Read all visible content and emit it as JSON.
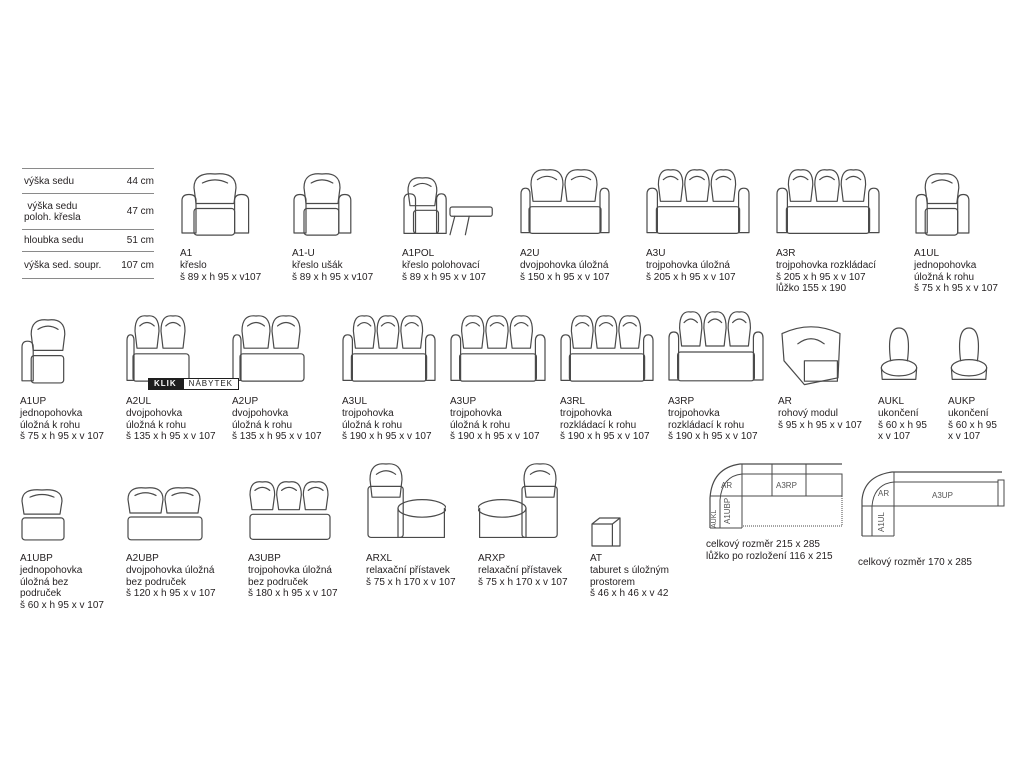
{
  "spec_table": [
    {
      "label": "výška sedu",
      "value": "44 cm"
    },
    {
      "label": "výška sedu\npoloh. křesla",
      "value": "47 cm"
    },
    {
      "label": "hloubka sedu",
      "value": "51 cm"
    },
    {
      "label": "výška sed. soupr.",
      "value": "107 cm"
    }
  ],
  "badge": {
    "left": "KLIK",
    "right": "NÁBYTEK"
  },
  "items": [
    {
      "code": "A1",
      "desc": "křeslo",
      "dims": "š 89 x h 95 x v107"
    },
    {
      "code": "A1-U",
      "desc": "křeslo ušák",
      "dims": "š 89 x h 95 x v107"
    },
    {
      "code": "A1POL",
      "desc": "křeslo polohovací",
      "dims": "š 89 x h 95 x v 107"
    },
    {
      "code": "A2U",
      "desc": "dvojpohovka úložná",
      "dims": "š 150 x h 95 x v 107"
    },
    {
      "code": "A3U",
      "desc": "trojpohovka úložná",
      "dims": "š 205 x h 95 x v 107"
    },
    {
      "code": "A3R",
      "desc": "trojpohovka rozkládací",
      "dims": "š 205 x h 95 x v 107",
      "extra": "lůžko 155 x 190"
    },
    {
      "code": "A1UL",
      "desc": "jednopohovka",
      "desc2": "úložná k rohu",
      "dims": "š 75 x h 95 x v 107"
    },
    {
      "code": "A1UP",
      "desc": "jednopohovka",
      "desc2": "úložná k rohu",
      "dims": "š 75 x h 95 x v 107"
    },
    {
      "code": "A2UL",
      "desc": "dvojpohovka",
      "desc2": "úložná k rohu",
      "dims": "š 135 x h 95 x v 107"
    },
    {
      "code": "A2UP",
      "desc": "dvojpohovka",
      "desc2": "úložná k rohu",
      "dims": "š 135 x h 95 x v 107"
    },
    {
      "code": "A3UL",
      "desc": "trojpohovka",
      "desc2": "úložná k rohu",
      "dims": "š 190 x h 95 x v 107"
    },
    {
      "code": "A3UP",
      "desc": "trojpohovka",
      "desc2": "úložná k rohu",
      "dims": "š 190 x h 95 x v 107"
    },
    {
      "code": "A3RL",
      "desc": "trojpohovka",
      "desc2": "rozkládací k rohu",
      "dims": "š 190 x h 95 x v 107"
    },
    {
      "code": "A3RP",
      "desc": "trojpohovka",
      "desc2": "rozkládací k rohu",
      "dims": "š 190 x h 95 x v 107"
    },
    {
      "code": "AR",
      "desc": "rohový modul",
      "dims": "š 95 x h 95 x v 107"
    },
    {
      "code": "AUKL",
      "desc": "ukončení",
      "desc2": "š 60 x h 95",
      "dims": "x v 107"
    },
    {
      "code": "AUKP",
      "desc": "ukončení",
      "desc2": "š 60 x h 95",
      "dims": "x v 107"
    },
    {
      "code": "A1UBP",
      "desc": "jednopohovka",
      "desc2": "úložná bez",
      "desc3": "područek",
      "dims": "š 60 x h 95 x v 107"
    },
    {
      "code": "A2UBP",
      "desc": "dvojpohovka úložná",
      "desc2": "bez područek",
      "dims": "š 120 x h 95 x v 107"
    },
    {
      "code": "A3UBP",
      "desc": "trojpohovka úložná",
      "desc2": "bez područek",
      "dims": "š 180 x h 95 x v 107"
    },
    {
      "code": "ARXL",
      "desc": "relaxační přístavek",
      "dims": "š 75 x h 170 x v 107"
    },
    {
      "code": "ARXP",
      "desc": "relaxační přístavek",
      "dims": "š 75 x h 170 x v 107"
    },
    {
      "code": "AT",
      "desc": "taburet  s úložným",
      "desc2": "prostorem",
      "dims": "š 46 x h 46 x v 42"
    }
  ],
  "layout1": {
    "labels": [
      "AR",
      "A3RP",
      "A1UBP",
      "AUKL"
    ],
    "caption1": "celkový rozměr 215 x 285",
    "caption2": "lůžko po rozložení 116 x 215"
  },
  "layout2": {
    "labels": [
      "AR",
      "A3UP",
      "A1UL"
    ],
    "caption1": "celkový rozměr 170 x 285"
  }
}
